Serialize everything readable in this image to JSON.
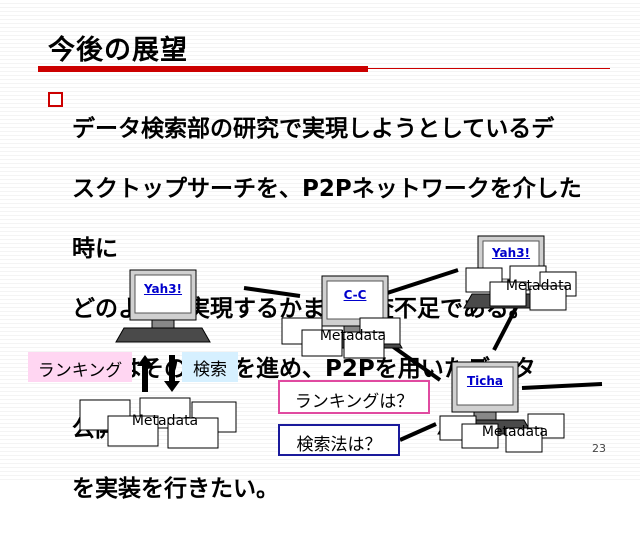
{
  "slide": {
    "title": "今後の展望",
    "body_lines": [
      "データ検索部の研究で実現しようとしているデ",
      "スクトップサーチを、P2Pネットワークを介した",
      "時に",
      "どのように実現するかまだ調査不足である。",
      "今後はその調査を進め、P2Pを用いたデータ",
      "公開部",
      "を実装を行きたい。"
    ],
    "page_number": "23"
  },
  "diagram": {
    "computers": {
      "yah3_left": "Yah3!",
      "cc": "C-C",
      "yah3_right": "Yah3!",
      "ticha": "Ticha"
    },
    "metadata_labels": {
      "bottom_left": "Metadata",
      "center": "Metadata",
      "top_right": "Metadata",
      "bottom_right": "Metadata"
    },
    "badges": {
      "ranking": "ランキング",
      "search": "検索",
      "ranking_question": "ランキングは？",
      "search_method_question": "検索法は？"
    }
  },
  "colors": {
    "accent_red": "#cc0000",
    "link_blue": "#0000cc",
    "pink_border": "#e04aa0",
    "navy_border": "#1a1a9c"
  }
}
